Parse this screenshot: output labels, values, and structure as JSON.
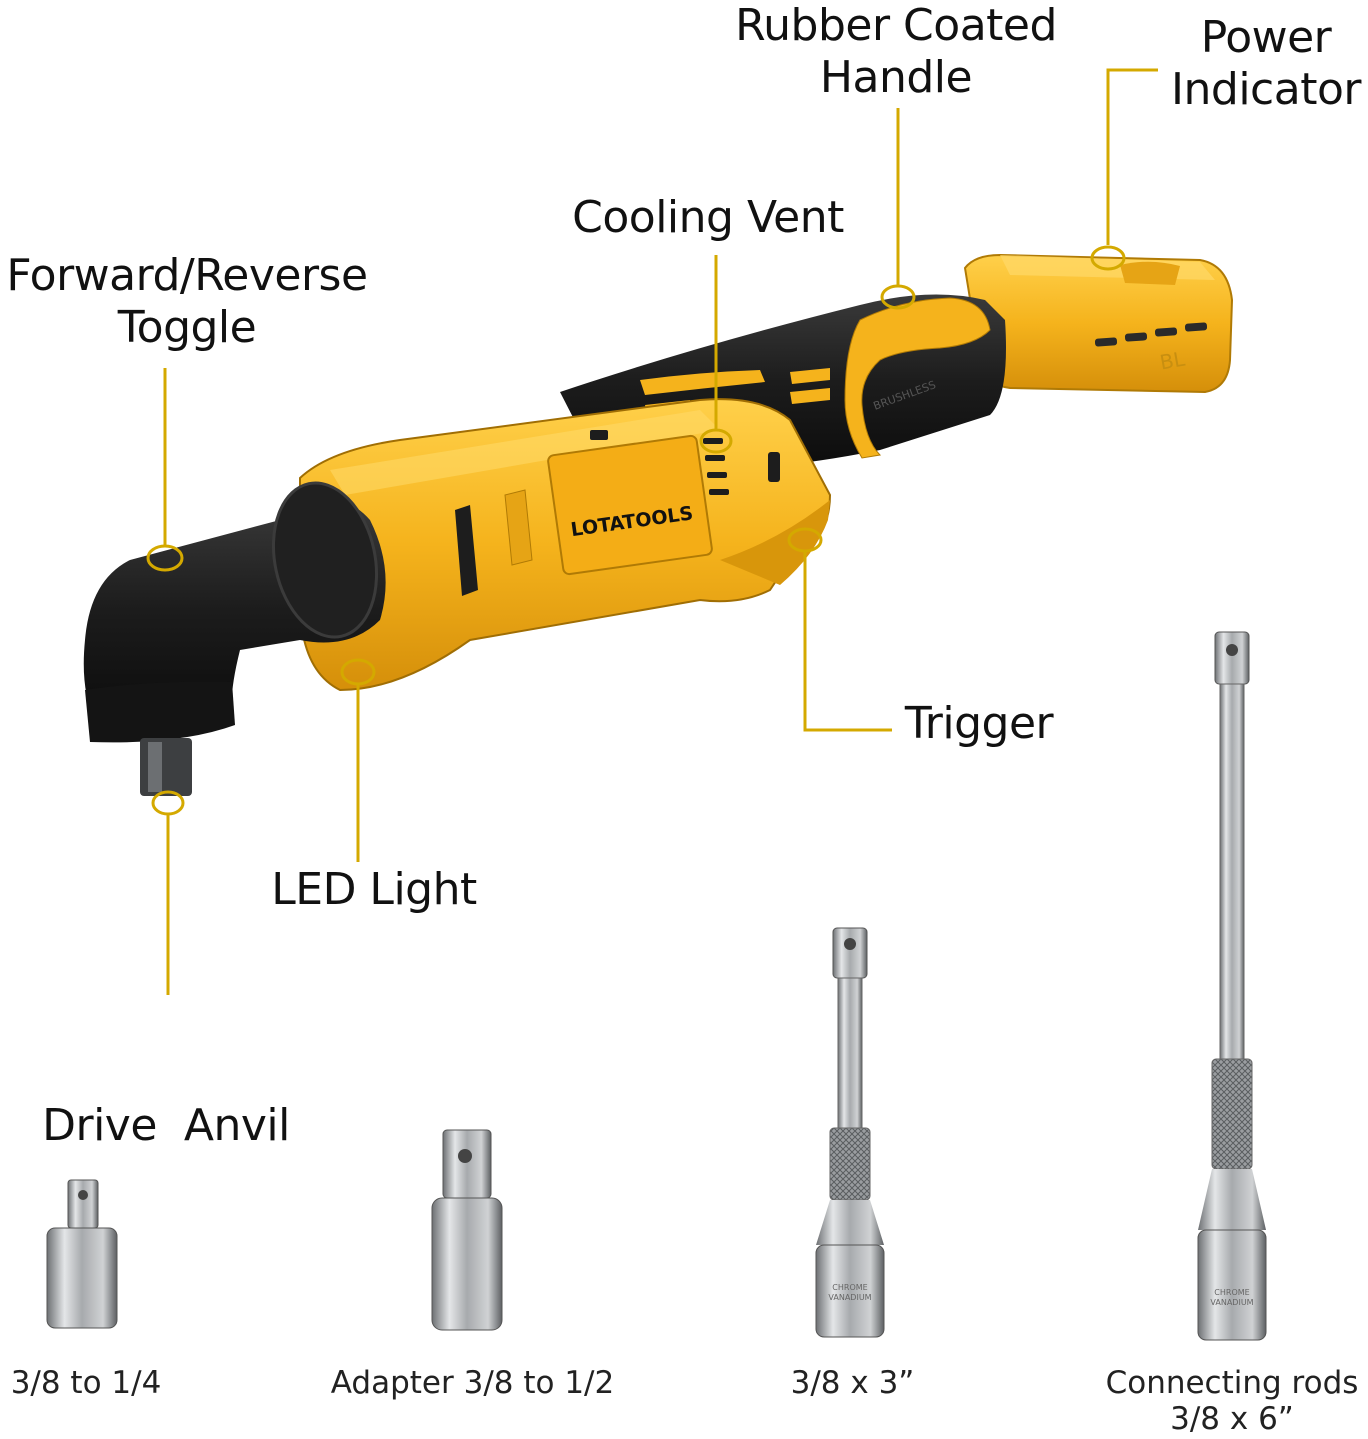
{
  "brand": {
    "logo_text": "LOTATOOLS",
    "handle_marking": "BRUSHLESS",
    "pack_marking": "BL"
  },
  "colors": {
    "accent_yellow": "#f5b31c",
    "line_yellow": "#d4a900",
    "body_black": "#1a1a1a",
    "chrome": "#b9bcbf"
  },
  "callouts": {
    "rubber_handle": {
      "line1": "Rubber Coated",
      "line2": "Handle"
    },
    "power_indicator": {
      "line1": "Power",
      "line2": "Indicator"
    },
    "cooling_vent": {
      "line1": "Cooling Vent"
    },
    "toggle": {
      "line1": "Forward/Reverse",
      "line2": "Toggle"
    },
    "trigger": {
      "line1": "Trigger"
    },
    "led_light": {
      "line1": "LED Light"
    },
    "drive_anvil": {
      "line1": "Drive  Anvil"
    }
  },
  "accessories": [
    {
      "line1": "3/8 to 1/4",
      "line2": ""
    },
    {
      "line1": "Adapter 3/8 to 1/2",
      "line2": ""
    },
    {
      "line1": "3/8 x 3”",
      "line2": ""
    },
    {
      "line1": "Connecting rods",
      "line2": "3/8 x 6”"
    }
  ],
  "rod_marking": {
    "line1": "CHROME",
    "line2": "VANADIUM"
  }
}
